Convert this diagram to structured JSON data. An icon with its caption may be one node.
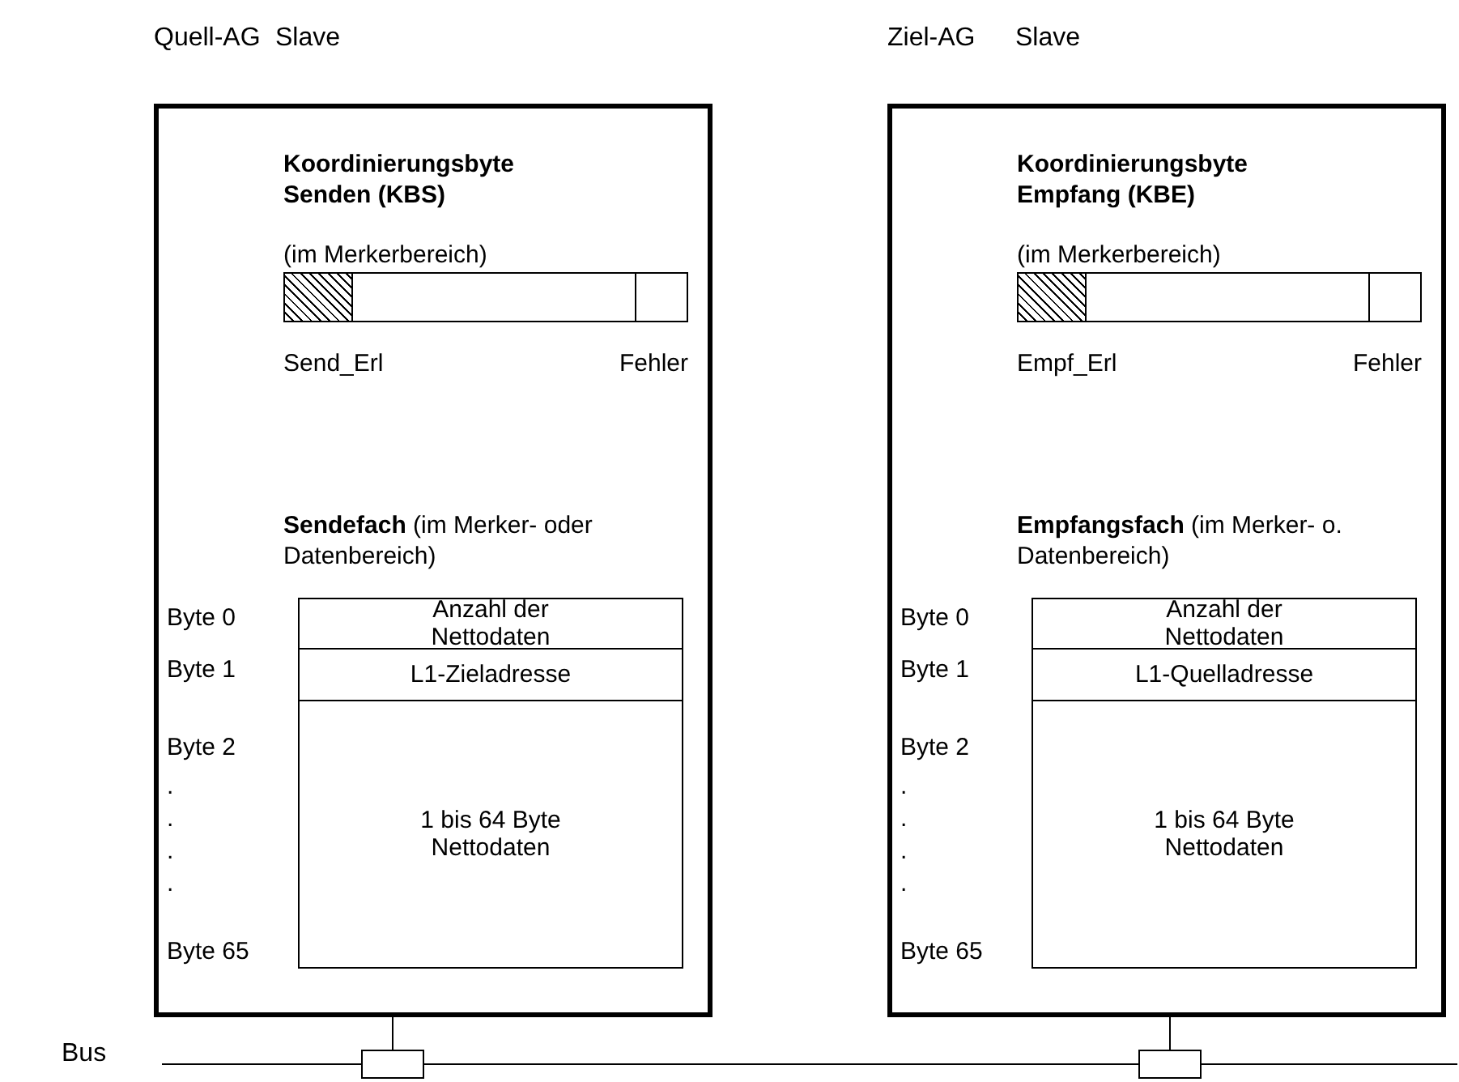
{
  "diagram": {
    "nodes": [
      {
        "text": [
          "Quell-AG",
          "Slave"
        ]
      },
      {
        "text": [],
        "shape": "bar",
        "in": 0
      },
      {
        "text": [
          "Anzahl der Nettodaten"
        ],
        "in": 0
      },
      {
        "text": [
          "L1-Zieladresse"
        ],
        "in": 0
      },
      {
        "text": [
          "1 bis 64 Byte Nettodaten"
        ],
        "in": 0
      },
      {
        "text": [
          "Ziel-AG",
          "Slave"
        ]
      },
      {
        "text": [],
        "shape": "bar",
        "in": 5
      },
      {
        "text": [
          "Anzahl der Nettodaten"
        ],
        "in": 5
      },
      {
        "text": [
          "L1-Quelladresse"
        ],
        "in": 5
      },
      {
        "text": [
          "1 bis 64 Byte Nettodaten"
        ],
        "in": 5
      },
      {
        "text": [],
        "shape": "box"
      },
      {
        "text": [],
        "shape": "box"
      }
    ],
    "edges": [
      {
        "from": 10,
        "to": 0,
        "arrow": "none"
      },
      {
        "from": 11,
        "to": 5,
        "arrow": "none"
      }
    ],
    "labels": [
      "Koordinierungsbyte Senden (KBS)",
      "(im Merkerbereich)",
      "Send_Erl",
      "Fehler",
      "**Sendefach** (im Merker- oder Datenbereich)",
      "Byte 0",
      "Byte 1",
      "Byte 2",
      ".",
      ".",
      ".",
      ".",
      "Byte 65",
      "Koordinierungsbyte Empfang (KBE)",
      "(im Merkerbereich)",
      "Empf_Erl",
      "Fehler",
      "**Empfangsfach** (im Merker- o. Datenbereich)",
      "Byte 0",
      "Byte 1",
      "Byte 2",
      ".",
      ".",
      ".",
      ".",
      "Byte 65",
      "Bus"
    ]
  }
}
